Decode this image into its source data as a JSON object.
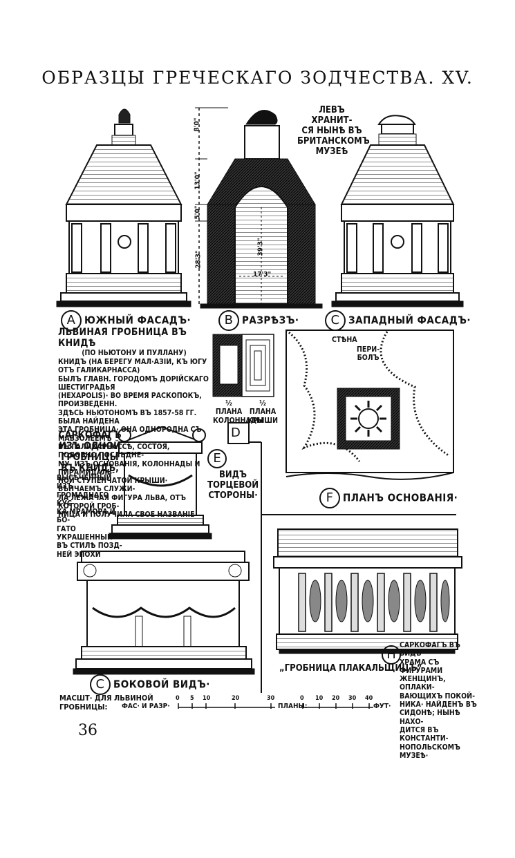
{
  "page": {
    "title": "ОБРАЗЦЫ ГРЕЧЕСКАГО ЗОДЧЕСТВА. XV.",
    "page_number": "36"
  },
  "top_note": [
    "ЛЕВЪ ХРАНИТ-",
    "СЯ НЫНѢ ВЪ",
    "БРИТАНСКОМЪ",
    "МУЗЕѢ"
  ],
  "figure_letters": {
    "a": "A",
    "b": "B",
    "c_top": "C",
    "d": "D",
    "e": "E",
    "f": "F",
    "c_bottom": "C",
    "h": "H"
  },
  "labels": {
    "a": "ЮЖНЫЙ ФАСАДЪ·",
    "b": "РАЗРѢЗЪ·",
    "c_top": "ЗАПАДНЫЙ ФАСАДЪ·",
    "f": "ПЛАНЪ ОСНОВАНІЯ·",
    "c_bottom": "БОКОВОЙ ВИДЪ·",
    "h_title": "„ГРОБНИЦА ПЛАКАЛЬЩИЦЪ“"
  },
  "dims": {
    "d1": "8'0\"",
    "d2": "13'0\"",
    "d3": "5'0\"",
    "d4": "28'3\"",
    "d5": "39'3\"",
    "d6": "17'3\""
  },
  "lion_tomb": {
    "heading": "ЛЬВИНАЯ ГРОБНИЦА ВЪ КНИДѢ",
    "subheading": "(ПО НЬЮТОНУ И ПУЛЛАНУ)",
    "lines": [
      "КНИДЪ (НА БЕРЕГУ МАЛ·АЗІИ, КЪ ЮГУ ОТЪ ГАЛИКАРНАССА)",
      "БЫЛЪ ГЛАВН. ГОРОДОМЪ ДОРІЙСКАГО ШЕСТИГРАДЬЯ",
      "(HEXAPOLIS)· ВО ВРЕМЯ РАСКОПОКЪ, ПРОИЗВЕДЕНН.",
      "ЗДѢСЬ НЬЮТОНОМЪ ВЪ 1857-58 ГГ. БЫЛА НАЙДЕНА",
      "ЭТА ГРОБНИЦА· ОНА ОДНОРОДНА СЪ МАВЗОЛЕЕМЪ",
      "ВЪ ГАЛИКАРНАССѢ, СОСТОЯ, ПОДОБНО ПОСЛѢДНЕ-",
      "МУ, ИЗЪ ОСНОВАНІЯ, КОЛОННАДЫ И ПИРАМИДАЛЬ-",
      "НОЙ СТУПЕНЧАТОЙ КРЫШИ· ВѢНЧАЕМЪ СЛУЖИ-",
      "ЛА ЛЕЖАЧАЯ ФИГУРА ЛЬВА, ОТЪ КОТОРОЙ ГРОБ-",
      "НИЦА И ПОЛУЧИЛА СВОЕ НАЗВАНІЕ"
    ]
  },
  "plan_d": {
    "left": [
      "½ ПЛАНА",
      "КОЛОННАДЫ"
    ],
    "right": [
      "½ ПЛАНА",
      "КРЫШИ"
    ]
  },
  "plan_f": {
    "wall": "СТѢНА",
    "peribol": [
      "ПЕРИ-",
      "БОЛЪ"
    ]
  },
  "sarcophagus": {
    "heading": [
      "САРКОФАГЪ",
      "ИЗЪ ОДНОЙ",
      "ГРОБНИЦЫ",
      "ВЪ КНИДѢ,"
    ],
    "lines": [
      "ВЫСѢЧЕННЫЙ ИЗЪ",
      "ГРОМАДНАГО КУС-",
      "КА МРАМОРА И БО-",
      "ГАТО УКРАШЕННЫЙ",
      "ВЪ СТИЛѢ ПОЗД-",
      "НЕЙ ЭПОХИ"
    ]
  },
  "end_view": [
    "ВИДЪ",
    "ТОРЦЕВОЙ",
    "СТОРОНЫ·"
  ],
  "mourners": {
    "lines": [
      "САРКОФАГЪ ВЪ ВИДѢ",
      "ХРАМА СЪ ФИГУРАМИ",
      "ЖЕНЩИНЪ, ОПЛАКИ-",
      "ВАЮЩИХЪ ПОКОЙ-",
      "НИКА· НАЙДЕНЪ ВЪ",
      "СИДОНѢ; НЫНѢ НАХО-",
      "ДИТСЯ ВЪ КОНСТАНТИ-",
      "НОПОЛЬСКОМЪ МУЗЕѢ·"
    ]
  },
  "scale": {
    "label_1": "МАСШТ· ДЛЯ ЛЬВИНОЙ",
    "label_2": "ГРОБНИЦЫ:",
    "label_3": "ФАС· И РАЗР·",
    "ticks_a": [
      "0",
      "5",
      "10",
      "20",
      "30"
    ],
    "label_4": "ПЛАНЫ:",
    "ticks_b": [
      "0",
      "10",
      "20",
      "30",
      "40"
    ],
    "unit": "ФУТ·"
  }
}
